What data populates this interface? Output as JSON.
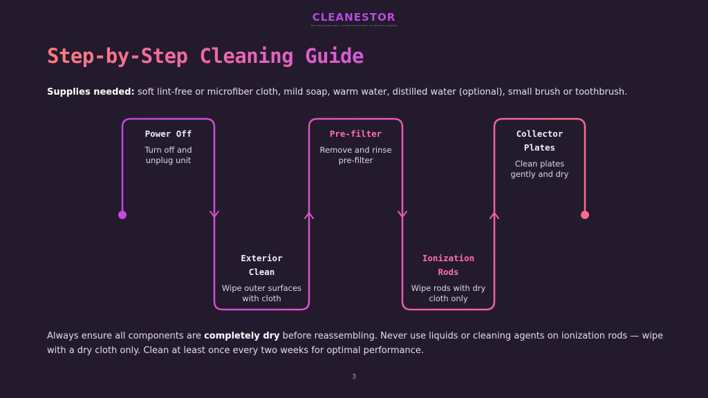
{
  "logo": {
    "text": "CLEANESTOR",
    "tagline": "The Cleaning Revolution: A Guide to Electrostatic Air Purification Systems"
  },
  "title": "Step-by-Step Cleaning Guide",
  "supplies": {
    "label": "Supplies needed:",
    "text": " soft lint-free or microfiber cloth, mild soap, warm water, distilled water (optional), small brush or toothbrush."
  },
  "steps": [
    {
      "title": "Power Off",
      "desc": "Turn off and unplug unit"
    },
    {
      "title": "Exterior Clean",
      "desc": "Wipe outer surfaces with cloth"
    },
    {
      "title": "Pre-filter",
      "desc": "Remove and rinse pre-filter"
    },
    {
      "title": "Ionization Rods",
      "desc": "Wipe rods with dry cloth only"
    },
    {
      "title": "Collector Plates",
      "desc": "Clean plates gently and dry"
    }
  ],
  "note": {
    "part1": "Always ensure all components are ",
    "bold": "completely dry",
    "part2": " before reassembling. Never use liquids or cleaning agents on ionization rods — wipe with a dry cloth only. Clean at least once every two weeks for optimal performance."
  },
  "page_number": "3",
  "colors": {
    "background": "#231a2e",
    "gradient_start": "#c648e0",
    "gradient_end": "#ff6a8a",
    "accent_text": "#ff6fb0"
  }
}
